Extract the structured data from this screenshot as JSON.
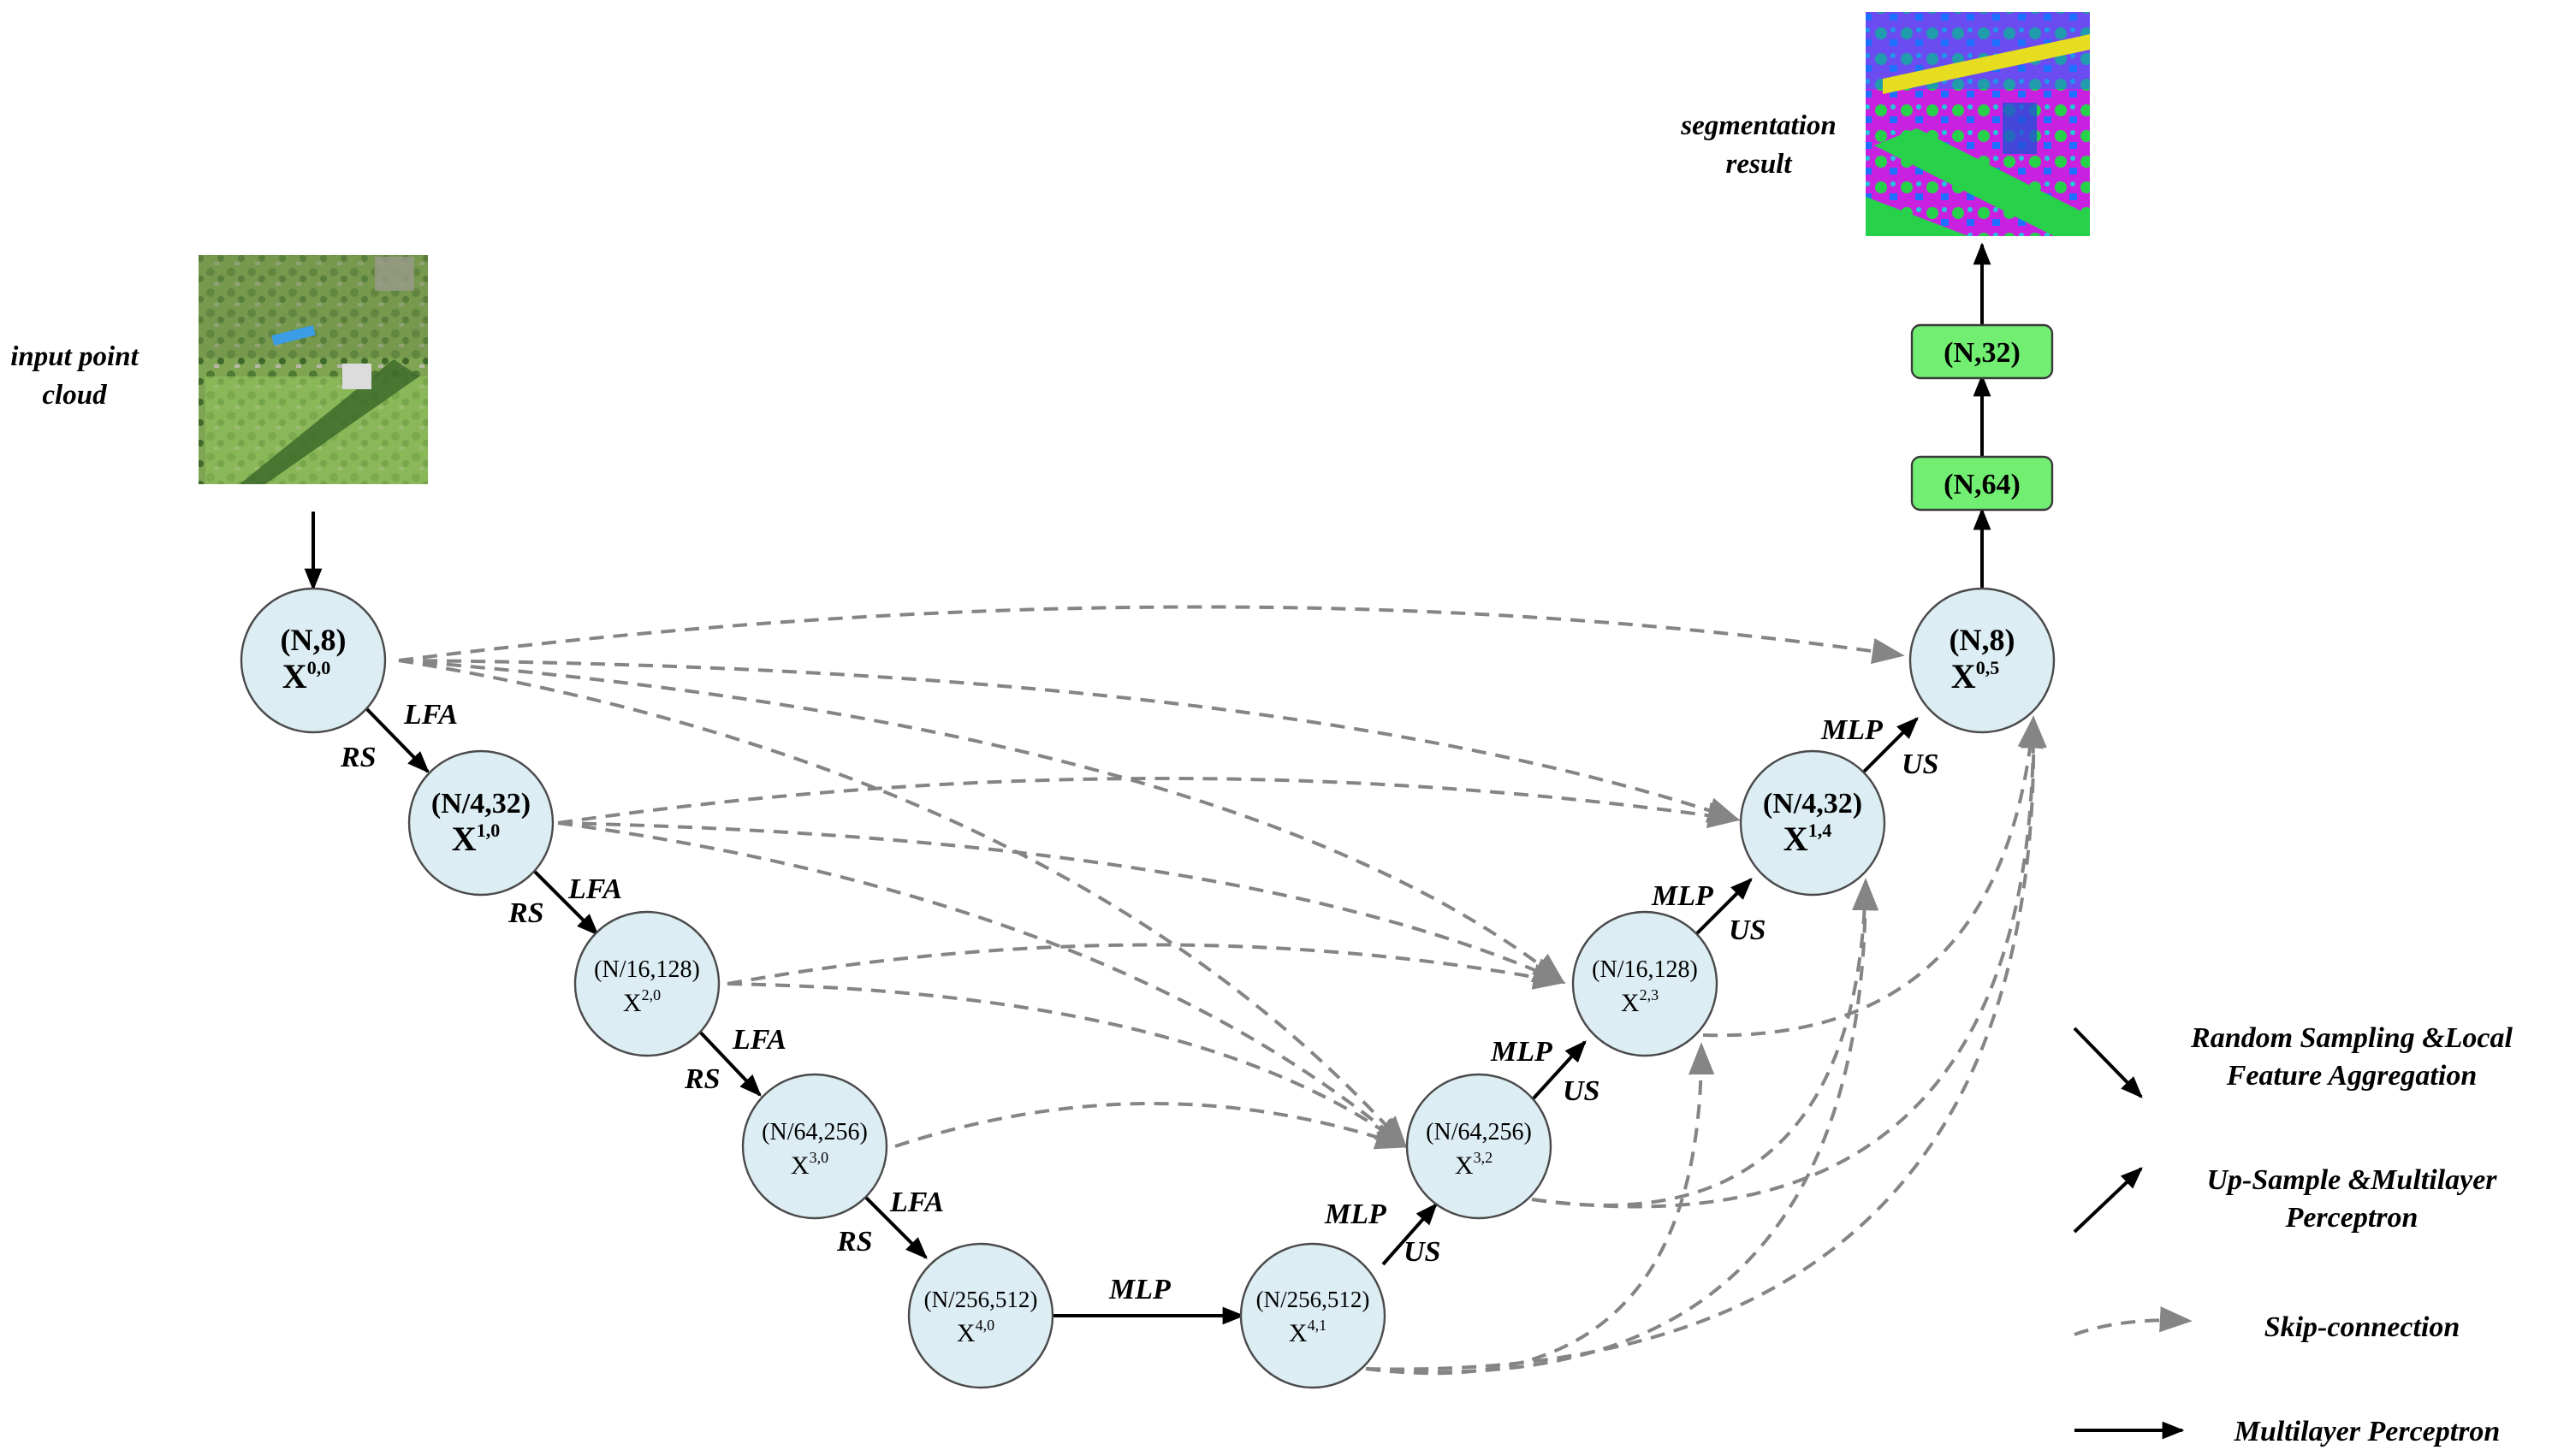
{
  "input": {
    "caption_line1": "input point",
    "caption_line2": "cloud"
  },
  "output": {
    "caption_line1": "segmentation",
    "caption_line2": "result"
  },
  "nodes": [
    {
      "id": "x00",
      "shape": "(N,8)",
      "sym": "X",
      "sup": "0,0"
    },
    {
      "id": "x10",
      "shape": "(N/4,32)",
      "sym": "X",
      "sup": "1,0"
    },
    {
      "id": "x20",
      "shape": "(N/16,128)",
      "sym": "X",
      "sup": "2,0"
    },
    {
      "id": "x30",
      "shape": "(N/64,256)",
      "sym": "X",
      "sup": "3,0"
    },
    {
      "id": "x40",
      "shape": "(N/256,512)",
      "sym": "X",
      "sup": "4,0"
    },
    {
      "id": "x41",
      "shape": "(N/256,512)",
      "sym": "X",
      "sup": "4,1"
    },
    {
      "id": "x32",
      "shape": "(N/64,256)",
      "sym": "X",
      "sup": "3,2"
    },
    {
      "id": "x23",
      "shape": "(N/16,128)",
      "sym": "X",
      "sup": "2,3"
    },
    {
      "id": "x14",
      "shape": "(N/4,32)",
      "sym": "X",
      "sup": "1,4"
    },
    {
      "id": "x05",
      "shape": "(N,8)",
      "sym": "X",
      "sup": "0,5"
    }
  ],
  "heads": [
    {
      "label": "(N,64)"
    },
    {
      "label": "(N,32)"
    }
  ],
  "edge_labels": {
    "lfa": "LFA",
    "rs": "RS",
    "mlp": "MLP",
    "us": "US"
  },
  "legend": [
    {
      "line1": "Random Sampling &Local",
      "line2": "Feature Aggregation"
    },
    {
      "line1": "Up-Sample &Multilayer",
      "line2": "Perceptron"
    },
    {
      "line1": "Skip-connection",
      "line2": ""
    },
    {
      "line1": "Multilayer Perceptron",
      "line2": ""
    }
  ],
  "colors": {
    "node_fill": "#dcedf3",
    "head_fill": "#72ef72",
    "skip_line": "#858585",
    "main_line": "#000000"
  }
}
